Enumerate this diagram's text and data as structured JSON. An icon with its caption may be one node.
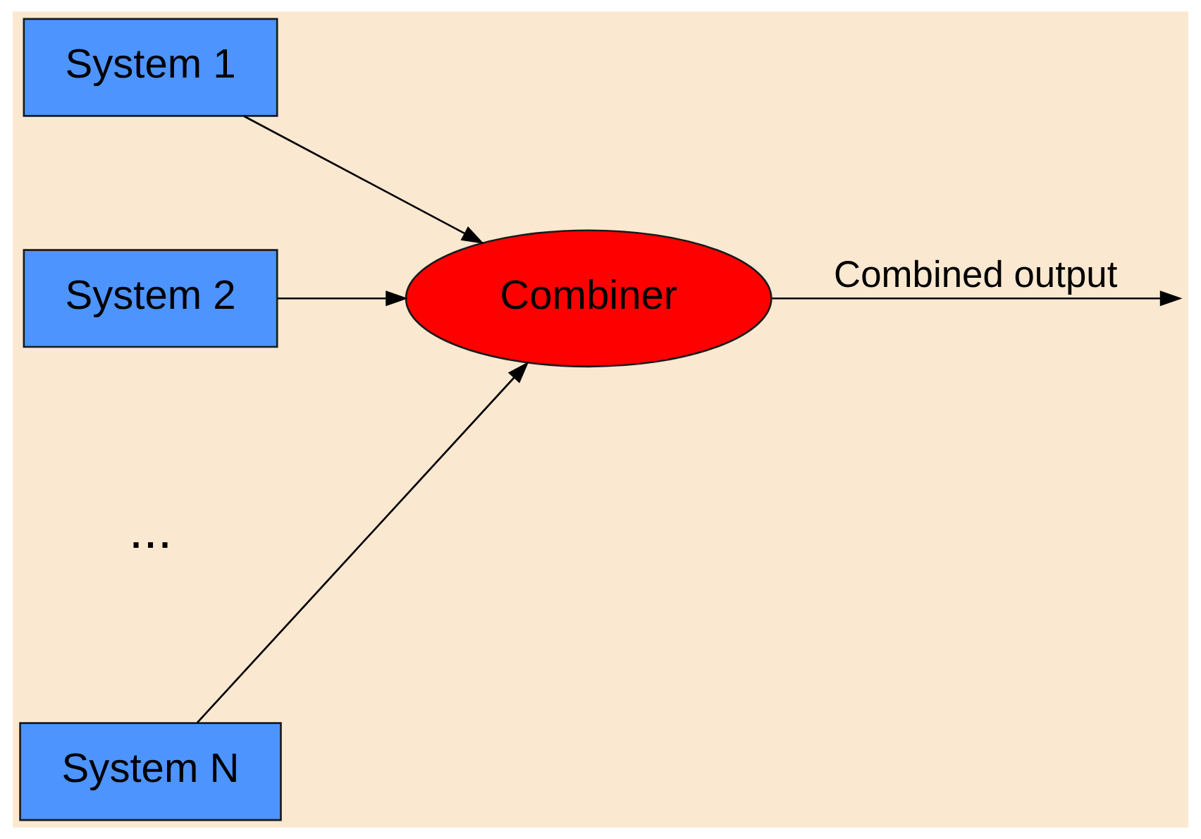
{
  "diagram": {
    "nodes": [
      {
        "text": [
          "System 1"
        ]
      },
      {
        "text": [
          "System 2"
        ]
      },
      {
        "text": [
          "System N"
        ]
      },
      {
        "text": [
          "Combiner"
        ]
      }
    ],
    "edges": [
      {
        "from": 0,
        "to": 3,
        "arrow": "to"
      },
      {
        "from": 1,
        "to": 3,
        "arrow": "to"
      },
      {
        "from": 2,
        "to": 3,
        "arrow": "to"
      },
      {
        "from": 3,
        "to": null,
        "arrow": "to",
        "label": "Combined output"
      }
    ],
    "labels": [
      "..."
    ]
  }
}
